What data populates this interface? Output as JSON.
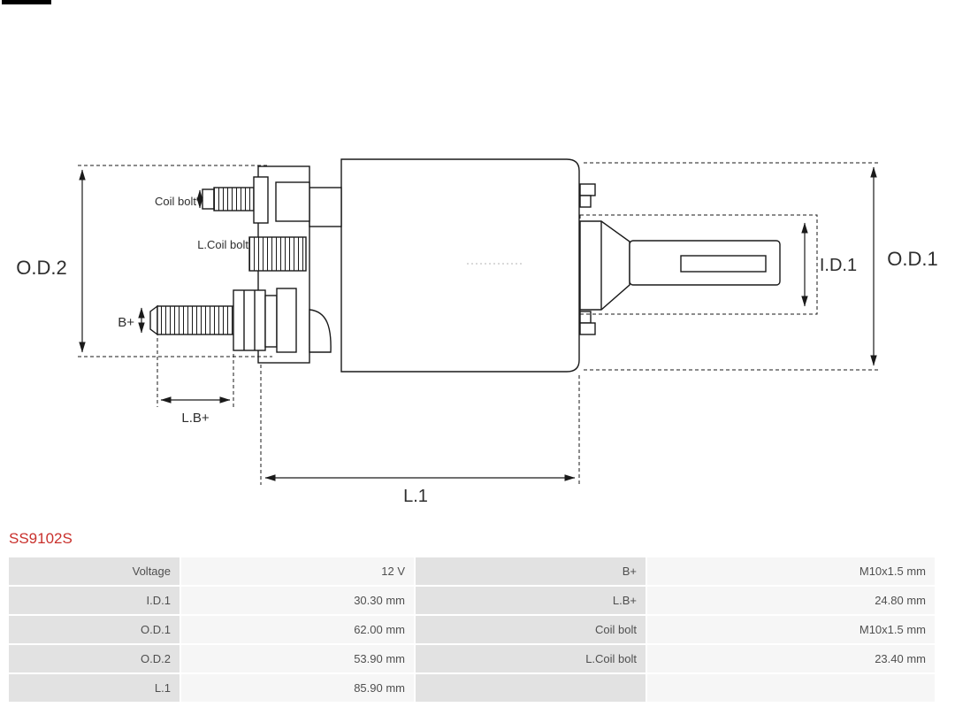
{
  "part_number": "SS9102S",
  "diagram": {
    "labels": {
      "od2": "O.D.2",
      "od1": "O.D.1",
      "id1": "I.D.1",
      "l1": "L.1",
      "lb_plus": "L.B+",
      "b_plus": "B+",
      "coil_bolt": "Coil bolt",
      "l_coil_bolt": "L.Coil bolt"
    }
  },
  "table": {
    "rows": [
      {
        "c0": "Voltage",
        "c1": "12 V",
        "c2": "B+",
        "c3": "M10x1.5 mm"
      },
      {
        "c0": "I.D.1",
        "c1": "30.30 mm",
        "c2": "L.B+",
        "c3": "24.80 mm"
      },
      {
        "c0": "O.D.1",
        "c1": "62.00 mm",
        "c2": "Coil bolt",
        "c3": "M10x1.5 mm"
      },
      {
        "c0": "O.D.2",
        "c1": "53.90 mm",
        "c2": "L.Coil bolt",
        "c3": "23.40 mm"
      },
      {
        "c0": "L.1",
        "c1": "85.90 mm",
        "c2": "",
        "c3": ""
      }
    ]
  },
  "colors": {
    "accent": "#c9302c",
    "label_cell_bg": "#e2e2e2",
    "value_cell_bg": "#f6f6f6",
    "line": "#1a1a1a"
  }
}
